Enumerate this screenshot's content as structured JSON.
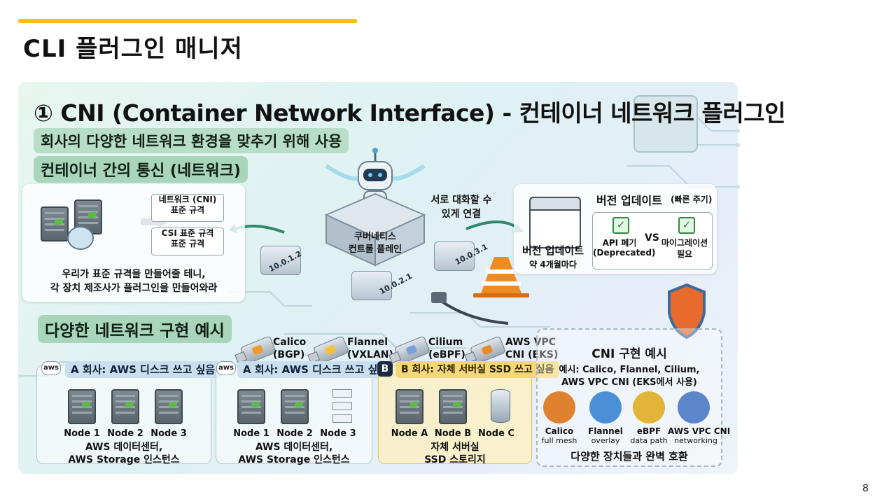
{
  "slide": {
    "title": "CLI 플러그인 매니저",
    "page_number": "8",
    "accent_color": "#f5c400"
  },
  "infographic": {
    "title": "① CNI (Container Network Interface) - 컨테이너 네트워크 플러그인",
    "subtitle": "회사의 다양한 네트워크 환경을 맞추기 위해 사용",
    "comm_section": {
      "header": "컨테이너 간의 통신 (네트워크)",
      "doc1": [
        "네트워크 (CNI)",
        "표준 규격"
      ],
      "doc2": [
        "CSI 표준 규격",
        "표준 규격"
      ],
      "caption": [
        "우리가 표준 규격을 만들어줄 테니,",
        "각 장치 제조사가 플러그인을 만들어와라"
      ]
    },
    "center": {
      "connect_text": [
        "서로 대화할 수",
        "있게 연결"
      ],
      "control_plane": [
        "쿠버네티스",
        "컨트롤 플레인"
      ],
      "ips": [
        "10.0.1.2",
        "10.0.2.1",
        "10.0.3.1"
      ]
    },
    "version": {
      "title": "버전 업데이트",
      "title_note": "(빠른 주기)",
      "left_label": "버전 업데이트",
      "left_sub": "약 4개월마다",
      "api_label": [
        "API 폐기",
        "(Deprecated)"
      ],
      "vs": "VS",
      "migration_label": [
        "마이그레이션",
        "필요"
      ]
    },
    "impl_header": "다양한 네트워크 구현 예시",
    "plugins": [
      {
        "name": "Calico",
        "sub": "(BGP)",
        "color": "#f09a2b"
      },
      {
        "name": "Flannel",
        "sub": "(VXLAN)",
        "color": "#f2c23a"
      },
      {
        "name": "Cilium",
        "sub": "(eBPF)",
        "color": "#7aa2d8"
      },
      {
        "name": "AWS VPC",
        "sub": "CNI (EKS)",
        "color": "#e88a2c"
      }
    ],
    "panels": [
      {
        "logo": "aws",
        "header": "A 회사: AWS 디스크 쓰고 싶음",
        "nodes": [
          "Node 1",
          "Node 2",
          "Node 3"
        ],
        "caption": [
          "AWS 데이터센터,",
          "AWS Storage 인스턴스"
        ]
      },
      {
        "logo": "aws",
        "header": "A 회사: AWS 디스크 쓰고 싶음",
        "nodes": [
          "Node 1",
          "Node 2",
          "Node 3"
        ],
        "caption": [
          "AWS 데이터센터,",
          "AWS Storage 인스턴스"
        ]
      },
      {
        "logo": "B",
        "header": "B 회사: 자체 서버실 SSD 쓰고 싶음",
        "nodes": [
          "Node A",
          "Node B",
          "Node C"
        ],
        "caption": [
          "자체 서버실",
          "SSD 스토리지"
        ]
      }
    ],
    "cni_examples": {
      "title": "CNI 구현 예시",
      "desc": [
        "예시: Calico, Flannel, Cilium,",
        "AWS VPC CNI (EKS에서 사용)"
      ],
      "logos": [
        {
          "name": "Calico",
          "sub": "full mesh",
          "icon": "cat-icon",
          "color": "#e0812f"
        },
        {
          "name": "Flannel",
          "sub": "overlay",
          "icon": "flannel-icon",
          "color": "#4d8fd6"
        },
        {
          "name": "eBPF",
          "sub": "data path",
          "icon": "hexagon-icon",
          "color": "#e2b437"
        },
        {
          "name": "AWS VPC CNI",
          "sub": "networking",
          "icon": "cloud-icon",
          "color": "#5b86c9"
        }
      ],
      "footer": "다양한 장치들과 완벽 호환"
    }
  }
}
